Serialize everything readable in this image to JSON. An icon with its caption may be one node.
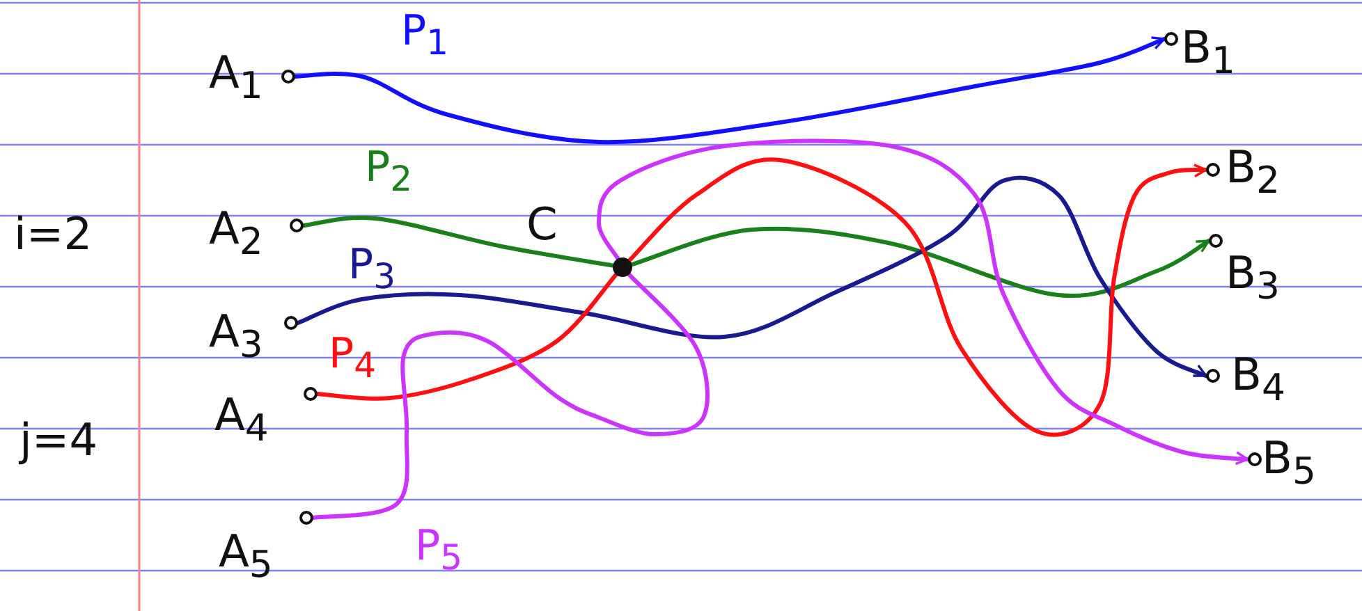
{
  "diagram": {
    "nodes": [
      {
        "text": [
          "A$_{1}$"
        ]
      },
      {
        "text": [
          "B$_{1}$"
        ]
      },
      {
        "text": [
          "B$_{2}$"
        ]
      },
      {
        "text": [
          "A$_{2}$"
        ]
      },
      {
        "text": [],
        "shape": "circle",
        "beside": [
          "C"
        ]
      },
      {
        "text": [
          "B$_{3}$"
        ]
      },
      {
        "text": [
          "A$_{3}$"
        ]
      },
      {
        "text": [
          "B$_{4}$"
        ]
      },
      {
        "text": [
          "A$_{4}$"
        ]
      },
      {
        "text": [
          "B$_{5}$"
        ]
      },
      {
        "text": [
          "A$_{5}$"
        ]
      }
    ],
    "edges": [
      {
        "from": 0,
        "to": 1,
        "arrow": "to",
        "label": "P$_{1}$",
        "color": "#1010ff"
      },
      {
        "from": 3,
        "to": 4,
        "arrow": "none",
        "label": "P$_{2}$",
        "color": "#1a801a"
      },
      {
        "from": 4,
        "to": 5,
        "arrow": "to",
        "color": "#1a801a"
      },
      {
        "from": 6,
        "to": 7,
        "arrow": "to",
        "label": "P$_{3}$",
        "color": "#1a1a90"
      },
      {
        "from": 8,
        "to": 4,
        "arrow": "none",
        "label": "P$_{4}$",
        "color": "#ff1010"
      },
      {
        "from": 4,
        "to": 2,
        "arrow": "to",
        "color": "#ff1010"
      },
      {
        "from": 10,
        "to": 4,
        "arrow": "none",
        "label": "P$_{5}$",
        "color": "#cc33ff"
      },
      {
        "from": 4,
        "to": 9,
        "arrow": "to",
        "color": "#cc33ff"
      }
    ],
    "labels": [
      "i=2",
      "j=4"
    ]
  }
}
